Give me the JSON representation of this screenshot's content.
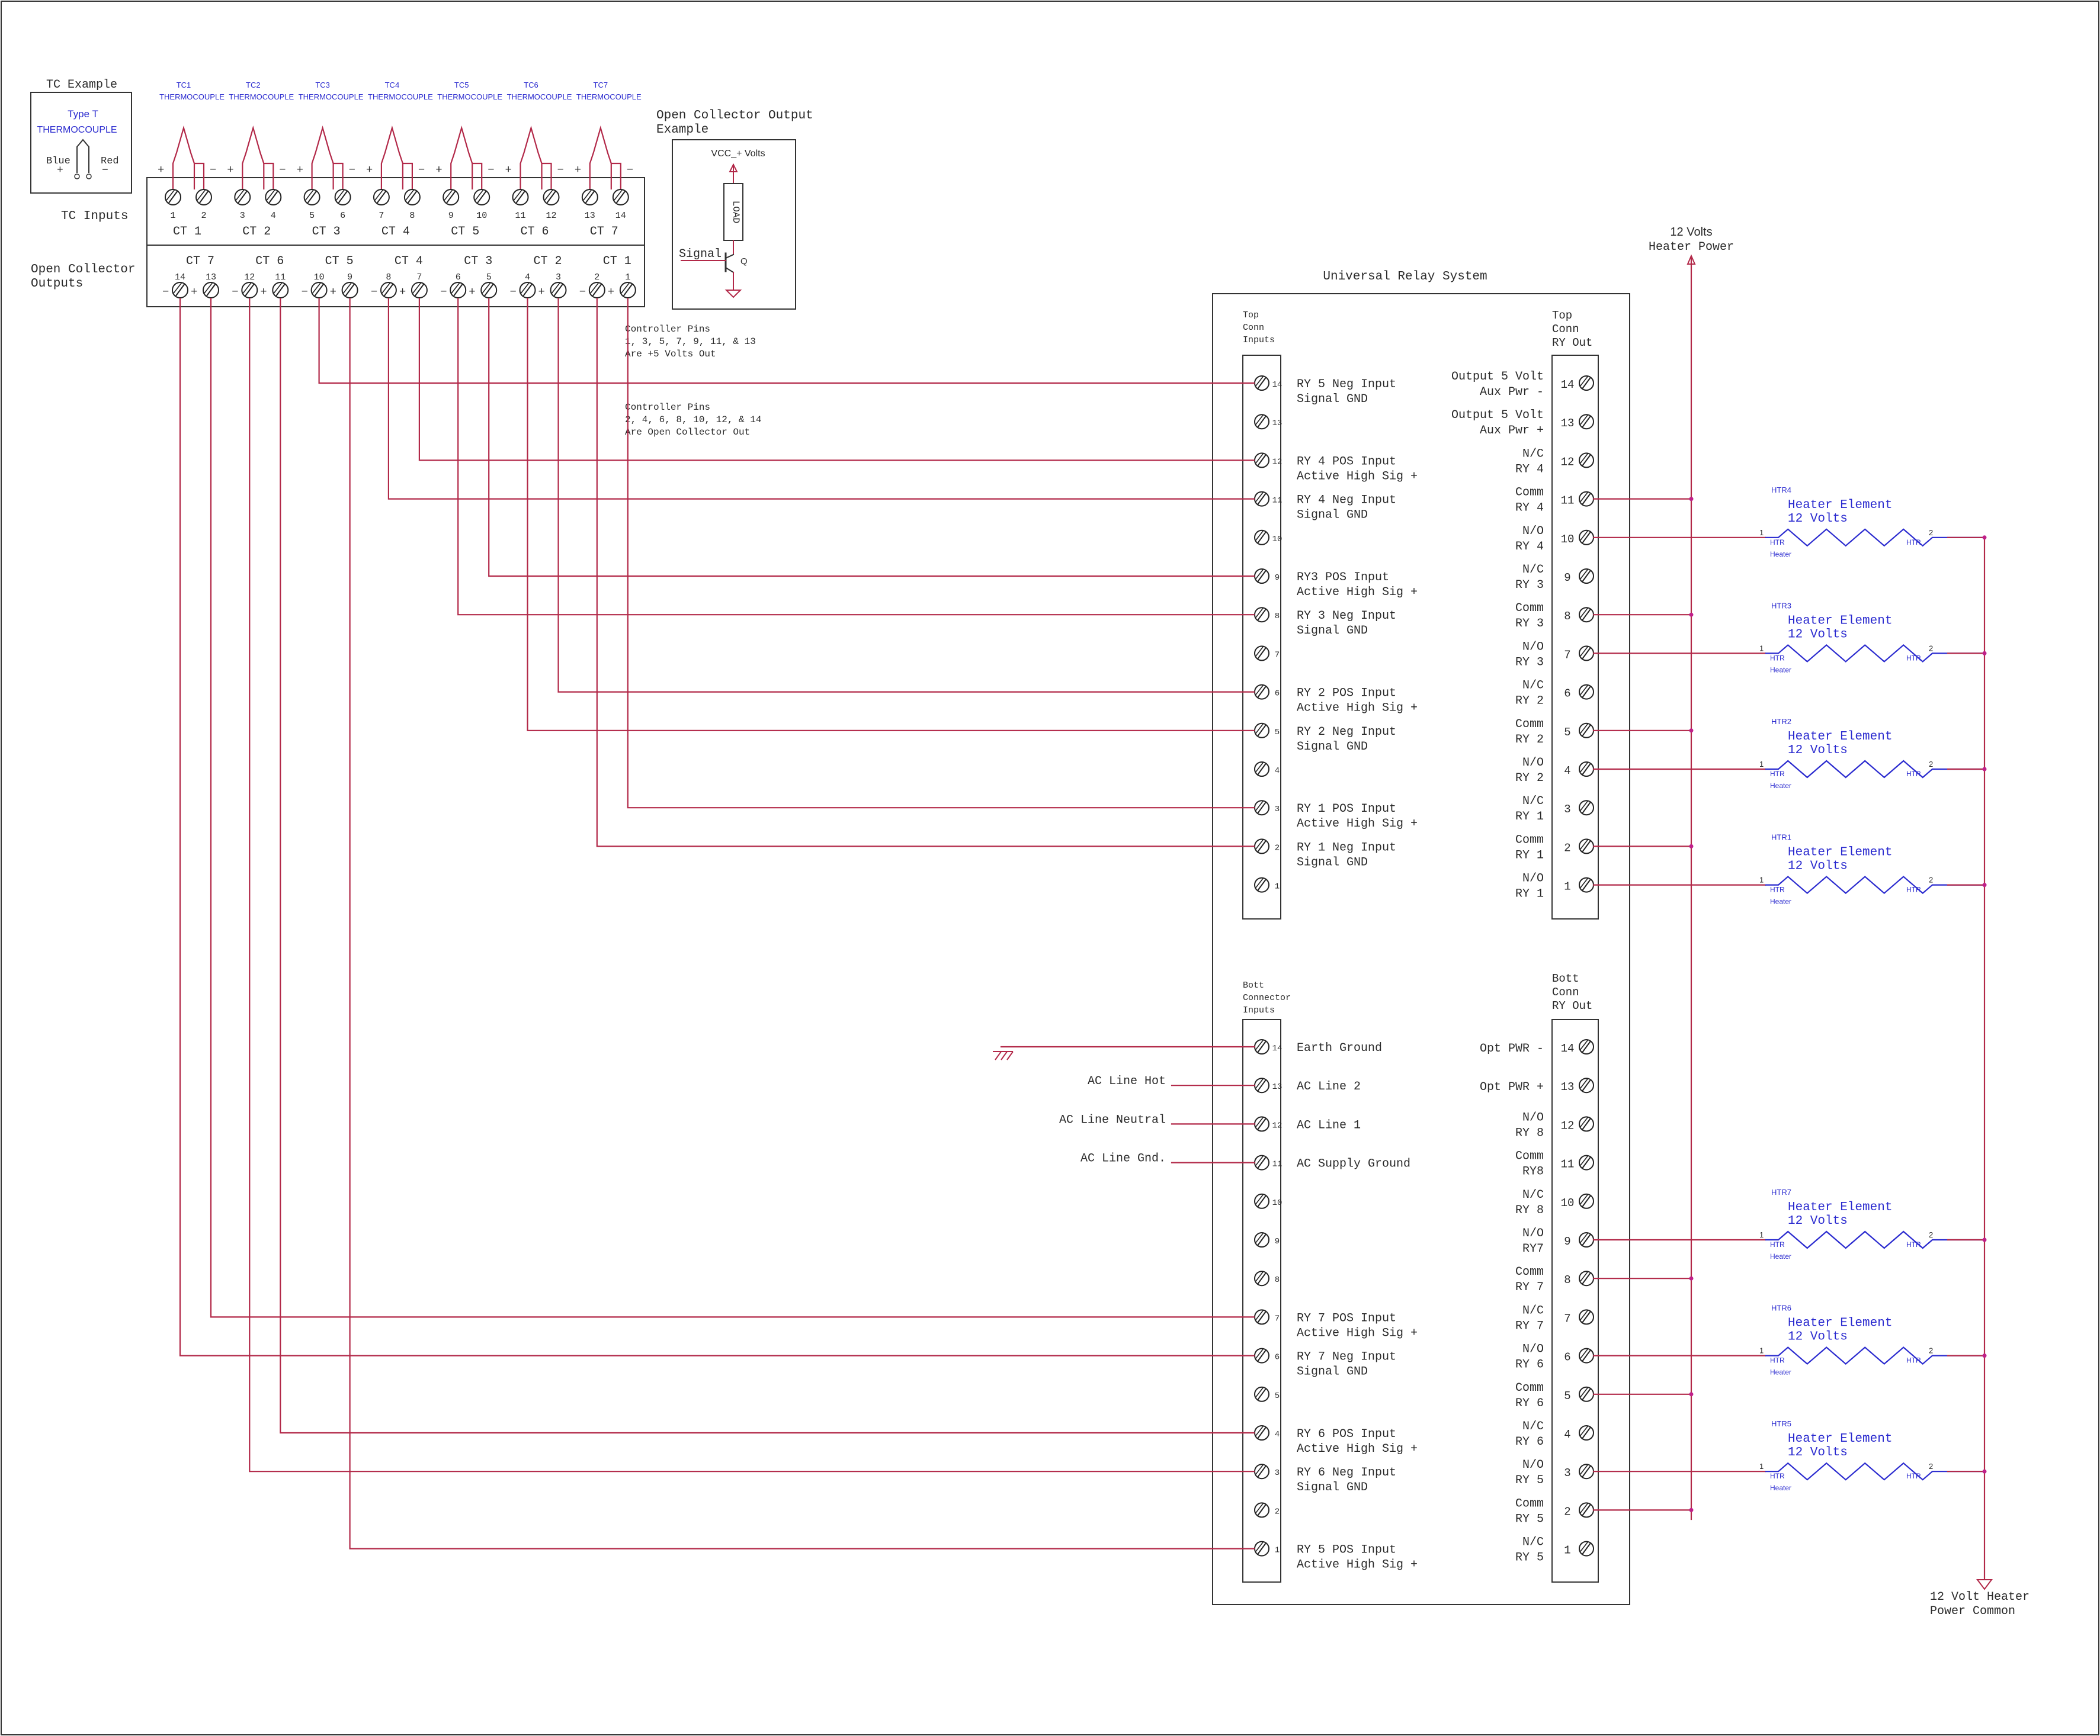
{
  "colors": {
    "wire": "#b22848",
    "ink": "#222222",
    "label": "#2a2a2a",
    "blue": "#2a2acf",
    "junction": "#c0208a"
  },
  "tc_example": {
    "title": "TC Example",
    "type": "Type T",
    "name": "THERMOCOUPLE",
    "left_wire": "Blue",
    "right_wire": "Red",
    "plus": "+",
    "minus": "−"
  },
  "thermocouples": [
    {
      "ref": "TC1",
      "name": "THERMOCOUPLE",
      "pins": [
        "1",
        "2"
      ],
      "channel": "CT 1"
    },
    {
      "ref": "TC2",
      "name": "THERMOCOUPLE",
      "pins": [
        "3",
        "4"
      ],
      "channel": "CT 2"
    },
    {
      "ref": "TC3",
      "name": "THERMOCOUPLE",
      "pins": [
        "5",
        "6"
      ],
      "channel": "CT 3"
    },
    {
      "ref": "TC4",
      "name": "THERMOCOUPLE",
      "pins": [
        "7",
        "8"
      ],
      "channel": "CT 4"
    },
    {
      "ref": "TC5",
      "name": "THERMOCOUPLE",
      "pins": [
        "9",
        "10"
      ],
      "channel": "CT 5"
    },
    {
      "ref": "TC6",
      "name": "THERMOCOUPLE",
      "pins": [
        "11",
        "12"
      ],
      "channel": "CT 6"
    },
    {
      "ref": "TC7",
      "name": "THERMOCOUPLE",
      "pins": [
        "13",
        "14"
      ],
      "channel": "CT 7"
    }
  ],
  "tc_inputs_label": "TC Inputs",
  "oc_outputs_label": "Open Collector\nOutputs",
  "oc_channels": [
    {
      "channel": "CT 7",
      "pins": [
        "14",
        "13"
      ]
    },
    {
      "channel": "CT 6",
      "pins": [
        "12",
        "11"
      ]
    },
    {
      "channel": "CT 5",
      "pins": [
        "10",
        "9"
      ]
    },
    {
      "channel": "CT 4",
      "pins": [
        "8",
        "7"
      ]
    },
    {
      "channel": "CT 3",
      "pins": [
        "6",
        "5"
      ]
    },
    {
      "channel": "CT 2",
      "pins": [
        "4",
        "3"
      ]
    },
    {
      "channel": "CT 1",
      "pins": [
        "2",
        "1"
      ]
    }
  ],
  "oc_example": {
    "title": "Open Collector Output\nExample",
    "vcc": "VCC_+ Volts",
    "load": "LOAD",
    "signal": "Signal",
    "q": "Q"
  },
  "controller_notes": [
    "Controller Pins\n1, 3, 5, 7, 9, 11, & 13\nAre +5 Volts Out",
    "Controller Pins\n2, 4, 6, 8, 10, 12, & 14\nAre Open Collector Out"
  ],
  "relay_system": {
    "title": "Universal Relay System",
    "top_inputs_header": "Top\nConn\nInputs",
    "top_outputs_header": "Top\nConn\nRY Out",
    "bott_inputs_header": "Bott\nConnector\nInputs",
    "bott_outputs_header": "Bott\nConn\nRY Out",
    "top_inputs": [
      {
        "pin": "14",
        "label": "RY 5 Neg Input\nSignal GND"
      },
      {
        "pin": "13",
        "label": ""
      },
      {
        "pin": "12",
        "label": "RY 4 POS Input\nActive High Sig +"
      },
      {
        "pin": "11",
        "label": "RY 4 Neg Input\nSignal GND"
      },
      {
        "pin": "10",
        "label": ""
      },
      {
        "pin": "9",
        "label": "RY3 POS Input\nActive High Sig +"
      },
      {
        "pin": "8",
        "label": "RY 3 Neg Input\nSignal GND"
      },
      {
        "pin": "7",
        "label": ""
      },
      {
        "pin": "6",
        "label": "RY 2 POS Input\nActive High Sig +"
      },
      {
        "pin": "5",
        "label": "RY 2 Neg Input\nSignal GND"
      },
      {
        "pin": "4",
        "label": ""
      },
      {
        "pin": "3",
        "label": "RY 1 POS Input\nActive High Sig +"
      },
      {
        "pin": "2",
        "label": "RY 1 Neg Input\nSignal GND"
      },
      {
        "pin": "1",
        "label": ""
      }
    ],
    "top_outputs": [
      {
        "pin": "14",
        "label": "Output 5 Volt\nAux Pwr -"
      },
      {
        "pin": "13",
        "label": "Output 5 Volt\nAux Pwr +"
      },
      {
        "pin": "12",
        "label": "N/C\nRY 4"
      },
      {
        "pin": "11",
        "label": "Comm\nRY 4"
      },
      {
        "pin": "10",
        "label": "N/O\nRY 4"
      },
      {
        "pin": "9",
        "label": "N/C\nRY 3"
      },
      {
        "pin": "8",
        "label": "Comm\nRY 3"
      },
      {
        "pin": "7",
        "label": "N/O\nRY 3"
      },
      {
        "pin": "6",
        "label": "N/C\nRY 2"
      },
      {
        "pin": "5",
        "label": "Comm\nRY 2"
      },
      {
        "pin": "4",
        "label": "N/O\nRY 2"
      },
      {
        "pin": "3",
        "label": "N/C\nRY 1"
      },
      {
        "pin": "2",
        "label": "Comm\nRY 1"
      },
      {
        "pin": "1",
        "label": "N/O\nRY 1"
      }
    ],
    "bott_inputs": [
      {
        "pin": "14",
        "label": "Earth Ground"
      },
      {
        "pin": "13",
        "label": "AC Line 2"
      },
      {
        "pin": "12",
        "label": "AC Line 1"
      },
      {
        "pin": "11",
        "label": "AC Supply Ground"
      },
      {
        "pin": "10",
        "label": ""
      },
      {
        "pin": "9",
        "label": ""
      },
      {
        "pin": "8",
        "label": ""
      },
      {
        "pin": "7",
        "label": "RY 7 POS Input\nActive High Sig +"
      },
      {
        "pin": "6",
        "label": "RY 7 Neg Input\nSignal GND"
      },
      {
        "pin": "5",
        "label": ""
      },
      {
        "pin": "4",
        "label": "RY 6 POS Input\nActive High Sig +"
      },
      {
        "pin": "3",
        "label": "RY 6 Neg Input\nSignal GND"
      },
      {
        "pin": "2",
        "label": ""
      },
      {
        "pin": "1",
        "label": "RY 5 POS Input\nActive High Sig +"
      }
    ],
    "bott_outputs": [
      {
        "pin": "14",
        "label": "Opt PWR -"
      },
      {
        "pin": "13",
        "label": "Opt PWR +"
      },
      {
        "pin": "12",
        "label": "N/O\nRY 8"
      },
      {
        "pin": "11",
        "label": "Comm\nRY8"
      },
      {
        "pin": "10",
        "label": "N/C\nRY 8"
      },
      {
        "pin": "9",
        "label": "N/O\nRY7"
      },
      {
        "pin": "8",
        "label": "Comm\nRY 7"
      },
      {
        "pin": "7",
        "label": "N/C\nRY 7"
      },
      {
        "pin": "6",
        "label": "N/O\nRY 6"
      },
      {
        "pin": "5",
        "label": "Comm\nRY 6"
      },
      {
        "pin": "4",
        "label": "N/C\nRY 6"
      },
      {
        "pin": "3",
        "label": "N/O\nRY 5"
      },
      {
        "pin": "2",
        "label": "Comm\nRY 5"
      },
      {
        "pin": "1",
        "label": "N/C\nRY 5"
      }
    ]
  },
  "ac_labels": [
    {
      "text": "AC Line Hot",
      "to_pin": "13"
    },
    {
      "text": "AC Line Neutral",
      "to_pin": "12"
    },
    {
      "text": "AC Line Gnd.",
      "to_pin": "11"
    }
  ],
  "power_label": {
    "line1": "12 Volts",
    "line2": "Heater Power"
  },
  "common_label": "12 Volt Heater\nPower Common",
  "heaters": [
    {
      "ref": "HTR4",
      "name": "Heater Element\n12 Volts",
      "pin1": "1",
      "pin2": "2",
      "sub_left": "HTR",
      "sub_right": "HTR",
      "sub_under": "Heater"
    },
    {
      "ref": "HTR3",
      "name": "Heater Element\n12 Volts",
      "pin1": "1",
      "pin2": "2",
      "sub_left": "HTR",
      "sub_right": "HTR",
      "sub_under": "Heater"
    },
    {
      "ref": "HTR2",
      "name": "Heater Element\n12 Volts",
      "pin1": "1",
      "pin2": "2",
      "sub_left": "HTR",
      "sub_right": "HTR",
      "sub_under": "Heater"
    },
    {
      "ref": "HTR1",
      "name": "Heater Element\n12 Volts",
      "pin1": "1",
      "pin2": "2",
      "sub_left": "HTR",
      "sub_right": "HTR",
      "sub_under": "Heater"
    },
    {
      "ref": "HTR7",
      "name": "Heater Element\n12 Volts",
      "pin1": "1",
      "pin2": "2",
      "sub_left": "HTR",
      "sub_right": "HTR",
      "sub_under": "Heater"
    },
    {
      "ref": "HTR6",
      "name": "Heater Element\n12 Volts",
      "pin1": "1",
      "pin2": "2",
      "sub_left": "HTR",
      "sub_right": "HTR",
      "sub_under": "Heater"
    },
    {
      "ref": "HTR5",
      "name": "Heater Element\n12 Volts",
      "pin1": "1",
      "pin2": "2",
      "sub_left": "HTR",
      "sub_right": "HTR",
      "sub_under": "Heater"
    }
  ]
}
